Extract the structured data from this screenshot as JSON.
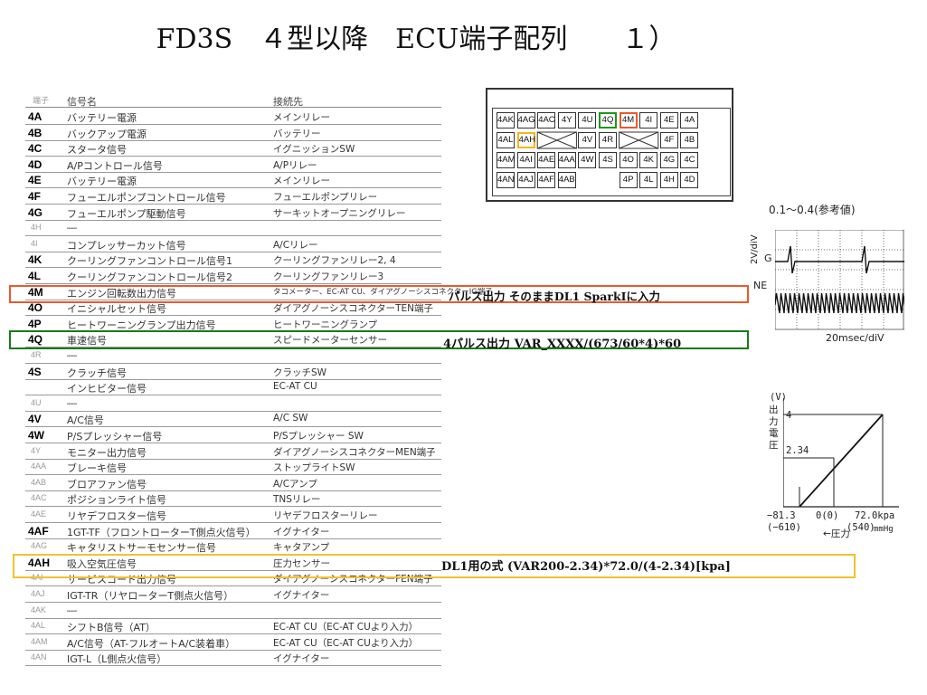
{
  "title": "FD3S　４型以降　ECU端子配列　　１）",
  "table": {
    "header": {
      "pin": "端子",
      "signal": "信号名",
      "dest": "接続先"
    },
    "rows": [
      {
        "pin": "4A",
        "signal": "バッテリー電源",
        "dest": "メインリレー",
        "dark": true
      },
      {
        "pin": "4B",
        "signal": "バックアップ電源",
        "dest": "バッテリー",
        "dark": true
      },
      {
        "pin": "4C",
        "signal": "スタータ信号",
        "dest": "イグニッションSW",
        "dark": true
      },
      {
        "pin": "4D",
        "signal": "A/Pコントロール信号",
        "dest": "A/Pリレー",
        "dark": true
      },
      {
        "pin": "4E",
        "signal": "バッテリー電源",
        "dest": "メインリレー",
        "dark": true
      },
      {
        "pin": "4F",
        "signal": "フューエルポンプコントロール信号",
        "dest": "フューエルポンプリレー",
        "dark": true
      },
      {
        "pin": "4G",
        "signal": "フューエルポンプ駆動信号",
        "dest": "サーキットオープニングリレー",
        "dark": true
      },
      {
        "pin": "4H",
        "signal": "―",
        "dest": "",
        "dark": false
      },
      {
        "pin": "4I",
        "signal": "コンプレッサーカット信号",
        "dest": "A/Cリレー",
        "dark": false
      },
      {
        "pin": "4K",
        "signal": "クーリングファンコントロール信号1",
        "dest": "クーリングファンリレー2, 4",
        "dark": true
      },
      {
        "pin": "4L",
        "signal": "クーリングファンコントロール信号2",
        "dest": "クーリングファンリレー3",
        "dark": true
      },
      {
        "pin": "4M",
        "signal": "エンジン回転数出力信号",
        "dest": "タコメーター、EC-AT CU、ダイアグノーシスコネクターIG端子",
        "dark": true
      },
      {
        "pin": "4O",
        "signal": "イニシャルセット信号",
        "dest": "ダイアグノーシスコネクターTEN端子",
        "dark": true
      },
      {
        "pin": "4P",
        "signal": "ヒートワーニングランプ出力信号",
        "dest": "ヒートワーニングランプ",
        "dark": true
      },
      {
        "pin": "4Q",
        "signal": "車速信号",
        "dest": "スピードメーターセンサー",
        "dark": true
      },
      {
        "pin": "4R",
        "signal": "―",
        "dest": "",
        "dark": false
      },
      {
        "pin": "4S",
        "signal": "クラッチ信号",
        "dest": "クラッチSW",
        "dark": true
      },
      {
        "pin": "",
        "signal": "インヒビター信号",
        "dest": "EC-AT CU",
        "dark": false
      },
      {
        "pin": "4U",
        "signal": "―",
        "dest": "",
        "dark": false
      },
      {
        "pin": "4V",
        "signal": "A/C信号",
        "dest": "A/C SW",
        "dark": true
      },
      {
        "pin": "4W",
        "signal": "P/Sプレッシャー信号",
        "dest": "P/Sプレッシャー SW",
        "dark": true
      },
      {
        "pin": "4Y",
        "signal": "モニター出力信号",
        "dest": "ダイアグノーシスコネクターMEN端子",
        "dark": false
      },
      {
        "pin": "4AA",
        "signal": "ブレーキ信号",
        "dest": "ストップライトSW",
        "dark": false
      },
      {
        "pin": "4AB",
        "signal": "ブロアファン信号",
        "dest": "A/Cアンプ",
        "dark": false
      },
      {
        "pin": "4AC",
        "signal": "ポジションライト信号",
        "dest": "TNSリレー",
        "dark": false
      },
      {
        "pin": "4AE",
        "signal": "リヤデフロスター信号",
        "dest": "リヤデフロスターリレー",
        "dark": false
      },
      {
        "pin": "4AF",
        "signal": "1GT-TF（フロントローターT側点火信号）",
        "dest": "イグナイター",
        "dark": true
      },
      {
        "pin": "4AG",
        "signal": "キャタリストサーモセンサー信号",
        "dest": "キャタアンプ",
        "dark": false
      },
      {
        "pin": "4AH",
        "signal": "吸入空気圧信号",
        "dest": "圧力センサー",
        "dark": true
      },
      {
        "pin": "4AI",
        "signal": "サービスコード出力信号",
        "dest": "ダイアグノーシスコネクターFEN端子",
        "dark": false
      },
      {
        "pin": "4AJ",
        "signal": "IGT-TR（リヤローターT側点火信号）",
        "dest": "イグナイター",
        "dark": false
      },
      {
        "pin": "4AK",
        "signal": "―",
        "dest": "",
        "dark": false
      },
      {
        "pin": "4AL",
        "signal": "シフトB信号（AT）",
        "dest": "EC-AT CU（EC-AT CUより入力）",
        "dark": false
      },
      {
        "pin": "4AM",
        "signal": "A/C信号（AT-フルオートA/C装着車）",
        "dest": "EC-AT CU（EC-AT CUより入力）",
        "dark": false
      },
      {
        "pin": "4AN",
        "signal": "IGT-L（L側点火信号）",
        "dest": "イグナイター",
        "dark": false
      }
    ]
  },
  "notes": {
    "tach": "パルス出力 そのままDL1 SparkIに入力",
    "speed": "4パルス出力 VAR_XXXX/(673/60*4)*60",
    "map": "DL1用の式 (VAR200-2.34)*72.0/(4-2.34)[kpa]"
  },
  "connector": {
    "row1": [
      "4AK",
      "4AG",
      "4AC",
      "4Y",
      "4U",
      "4Q",
      "4M",
      "4I",
      "4E",
      "4A"
    ],
    "row2_left": [
      "4AL",
      "4AH"
    ],
    "row2_right": [
      "4V",
      "4R",
      "4F",
      "4B"
    ],
    "row3": [
      "4AM",
      "4AI",
      "4AE",
      "4AA",
      "4W",
      "4S",
      "4O",
      "4K",
      "4G",
      "4C"
    ],
    "row4_left": [
      "4AN",
      "4AJ",
      "4AF",
      "4AB"
    ],
    "row4_right": [
      "4P",
      "4L",
      "4H",
      "4D"
    ]
  },
  "scope": {
    "title": "0.1～0.4(参考値)",
    "vlabel": "2V/diV",
    "label_g": "G",
    "label_ne": "NE",
    "timebase": "20msec/diV"
  },
  "map_graph": {
    "y_unit": "(V)",
    "y_label": "出力電圧",
    "y_ticks": [
      "4",
      "2.34"
    ],
    "x_label": "圧力",
    "x_unit": "mmHg",
    "x_ticks": [
      "−81.3",
      "0(0)",
      "72.0kpa"
    ],
    "x_sub": [
      "(−610)",
      "(540)"
    ]
  }
}
